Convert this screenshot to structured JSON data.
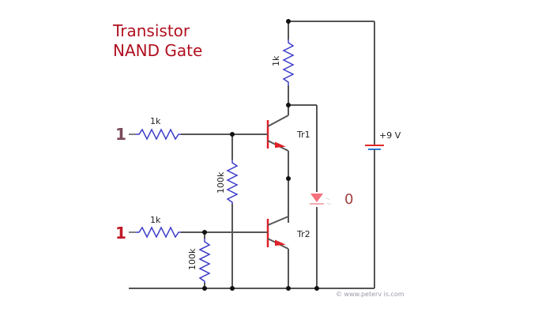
{
  "title": {
    "line1": "Transistor",
    "line2": "NAND Gate"
  },
  "inputs": [
    {
      "value": "1",
      "color": "#7a4a5a",
      "resistor": "1k",
      "pulldown": "100k"
    },
    {
      "value": "1",
      "color": "#c01828",
      "resistor": "1k",
      "pulldown": "100k"
    }
  ],
  "collector_resistor": "1k",
  "transistors": [
    {
      "label": "Tr1"
    },
    {
      "label": "Tr2"
    }
  ],
  "supply": {
    "label": "+9 V"
  },
  "output": {
    "value": "0",
    "led_state": "off"
  },
  "credit": "© www.peterv is.com",
  "colors": {
    "title": "#b01020",
    "wire": "#555555",
    "resistor": "#3c3cc8",
    "transistor_base": "#e0202a",
    "led": "#f06070"
  }
}
